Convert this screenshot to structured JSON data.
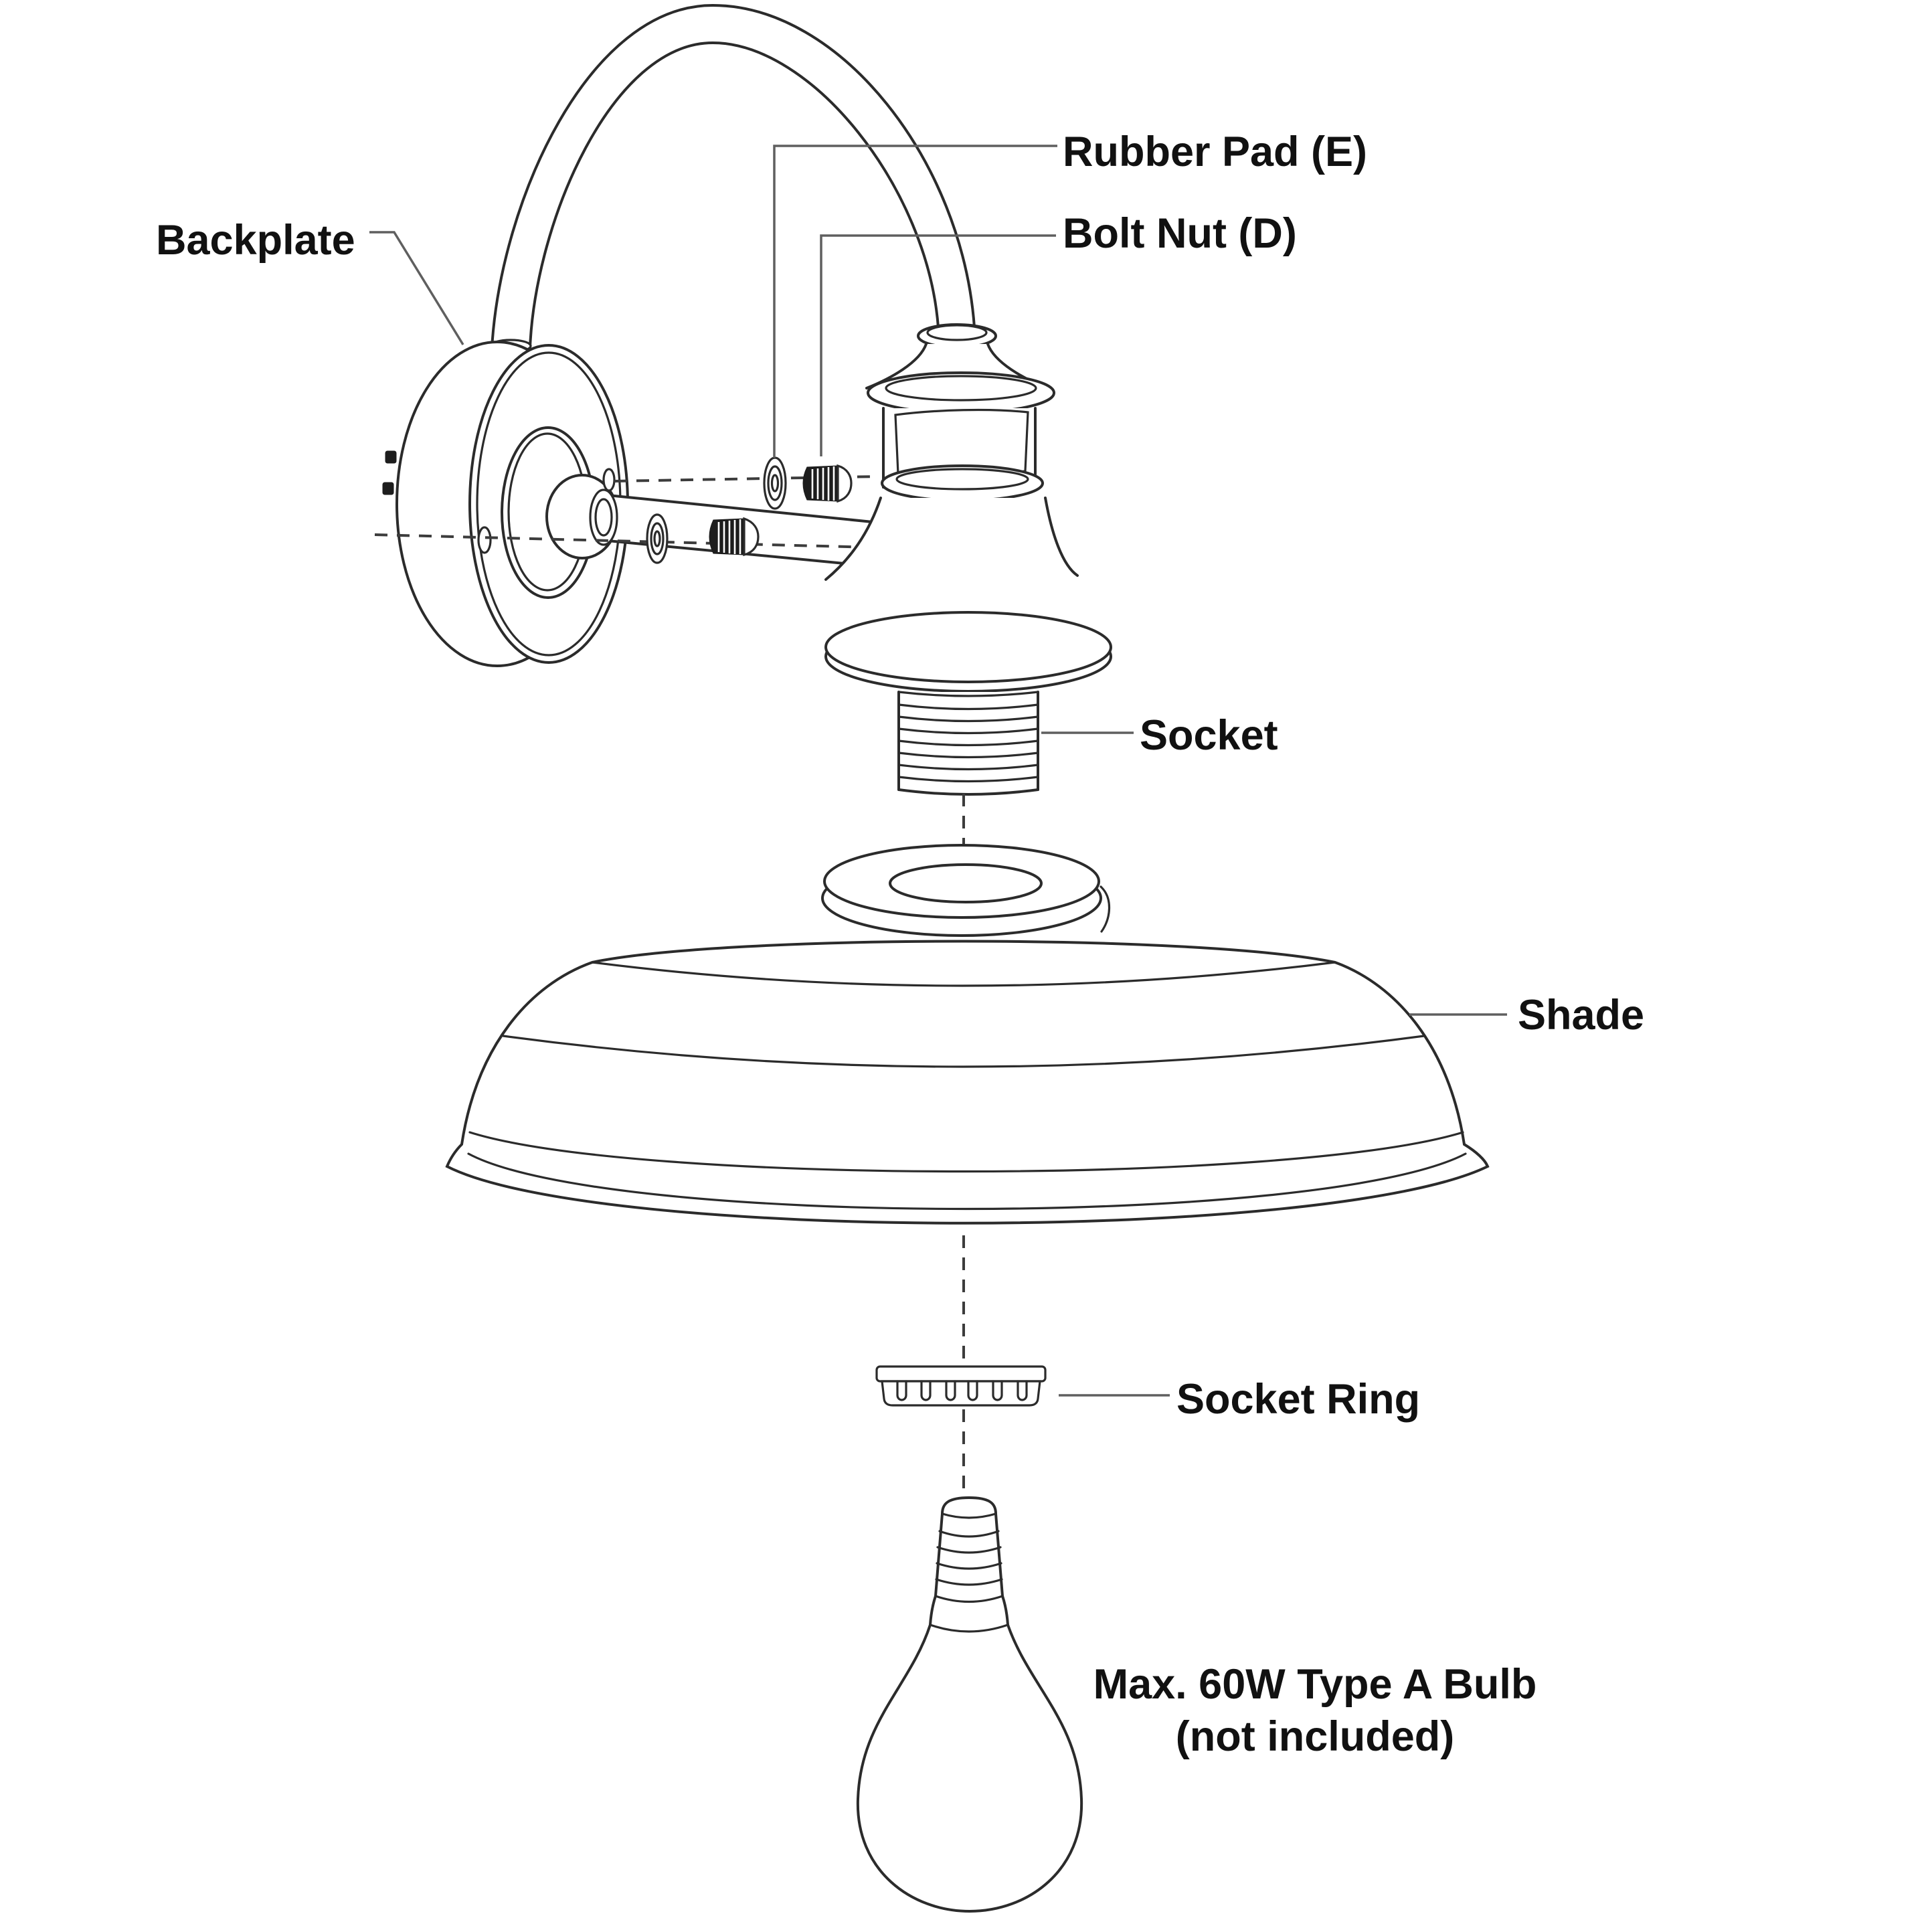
{
  "diagram": {
    "description": "Exploded assembly diagram of a gooseneck barn wall sconce light fixture",
    "labels": {
      "backplate": "Backplate",
      "rubber_pad": "Rubber Pad (E)",
      "bolt_nut": "Bolt Nut (D)",
      "socket": "Socket",
      "shade": "Shade",
      "socket_ring": "Socket Ring",
      "bulb_note_line1": "Max. 60W Type A Bulb",
      "bulb_note_line2": "(not included)"
    },
    "colors": {
      "background": "#ffffff",
      "drawing_line": "#2b2b2b",
      "leader_line": "#5f5f5f",
      "dashed_line": "#3c3c3c",
      "text": "#111111"
    }
  }
}
